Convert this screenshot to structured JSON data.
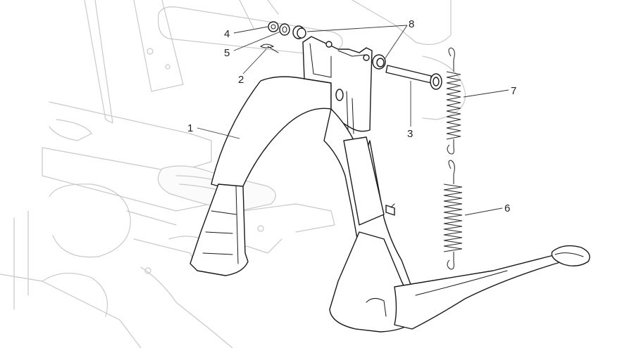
{
  "callouts": [
    {
      "id": "1",
      "label": "1"
    },
    {
      "id": "2",
      "label": "2"
    },
    {
      "id": "3",
      "label": "3"
    },
    {
      "id": "4",
      "label": "4"
    },
    {
      "id": "5",
      "label": "5"
    },
    {
      "id": "6",
      "label": "6"
    },
    {
      "id": "7",
      "label": "7"
    },
    {
      "id": "8",
      "label": "8"
    }
  ],
  "colors": {
    "line": "#1a1a1a",
    "ghost": "#c9c9c9",
    "background": "#ffffff"
  }
}
